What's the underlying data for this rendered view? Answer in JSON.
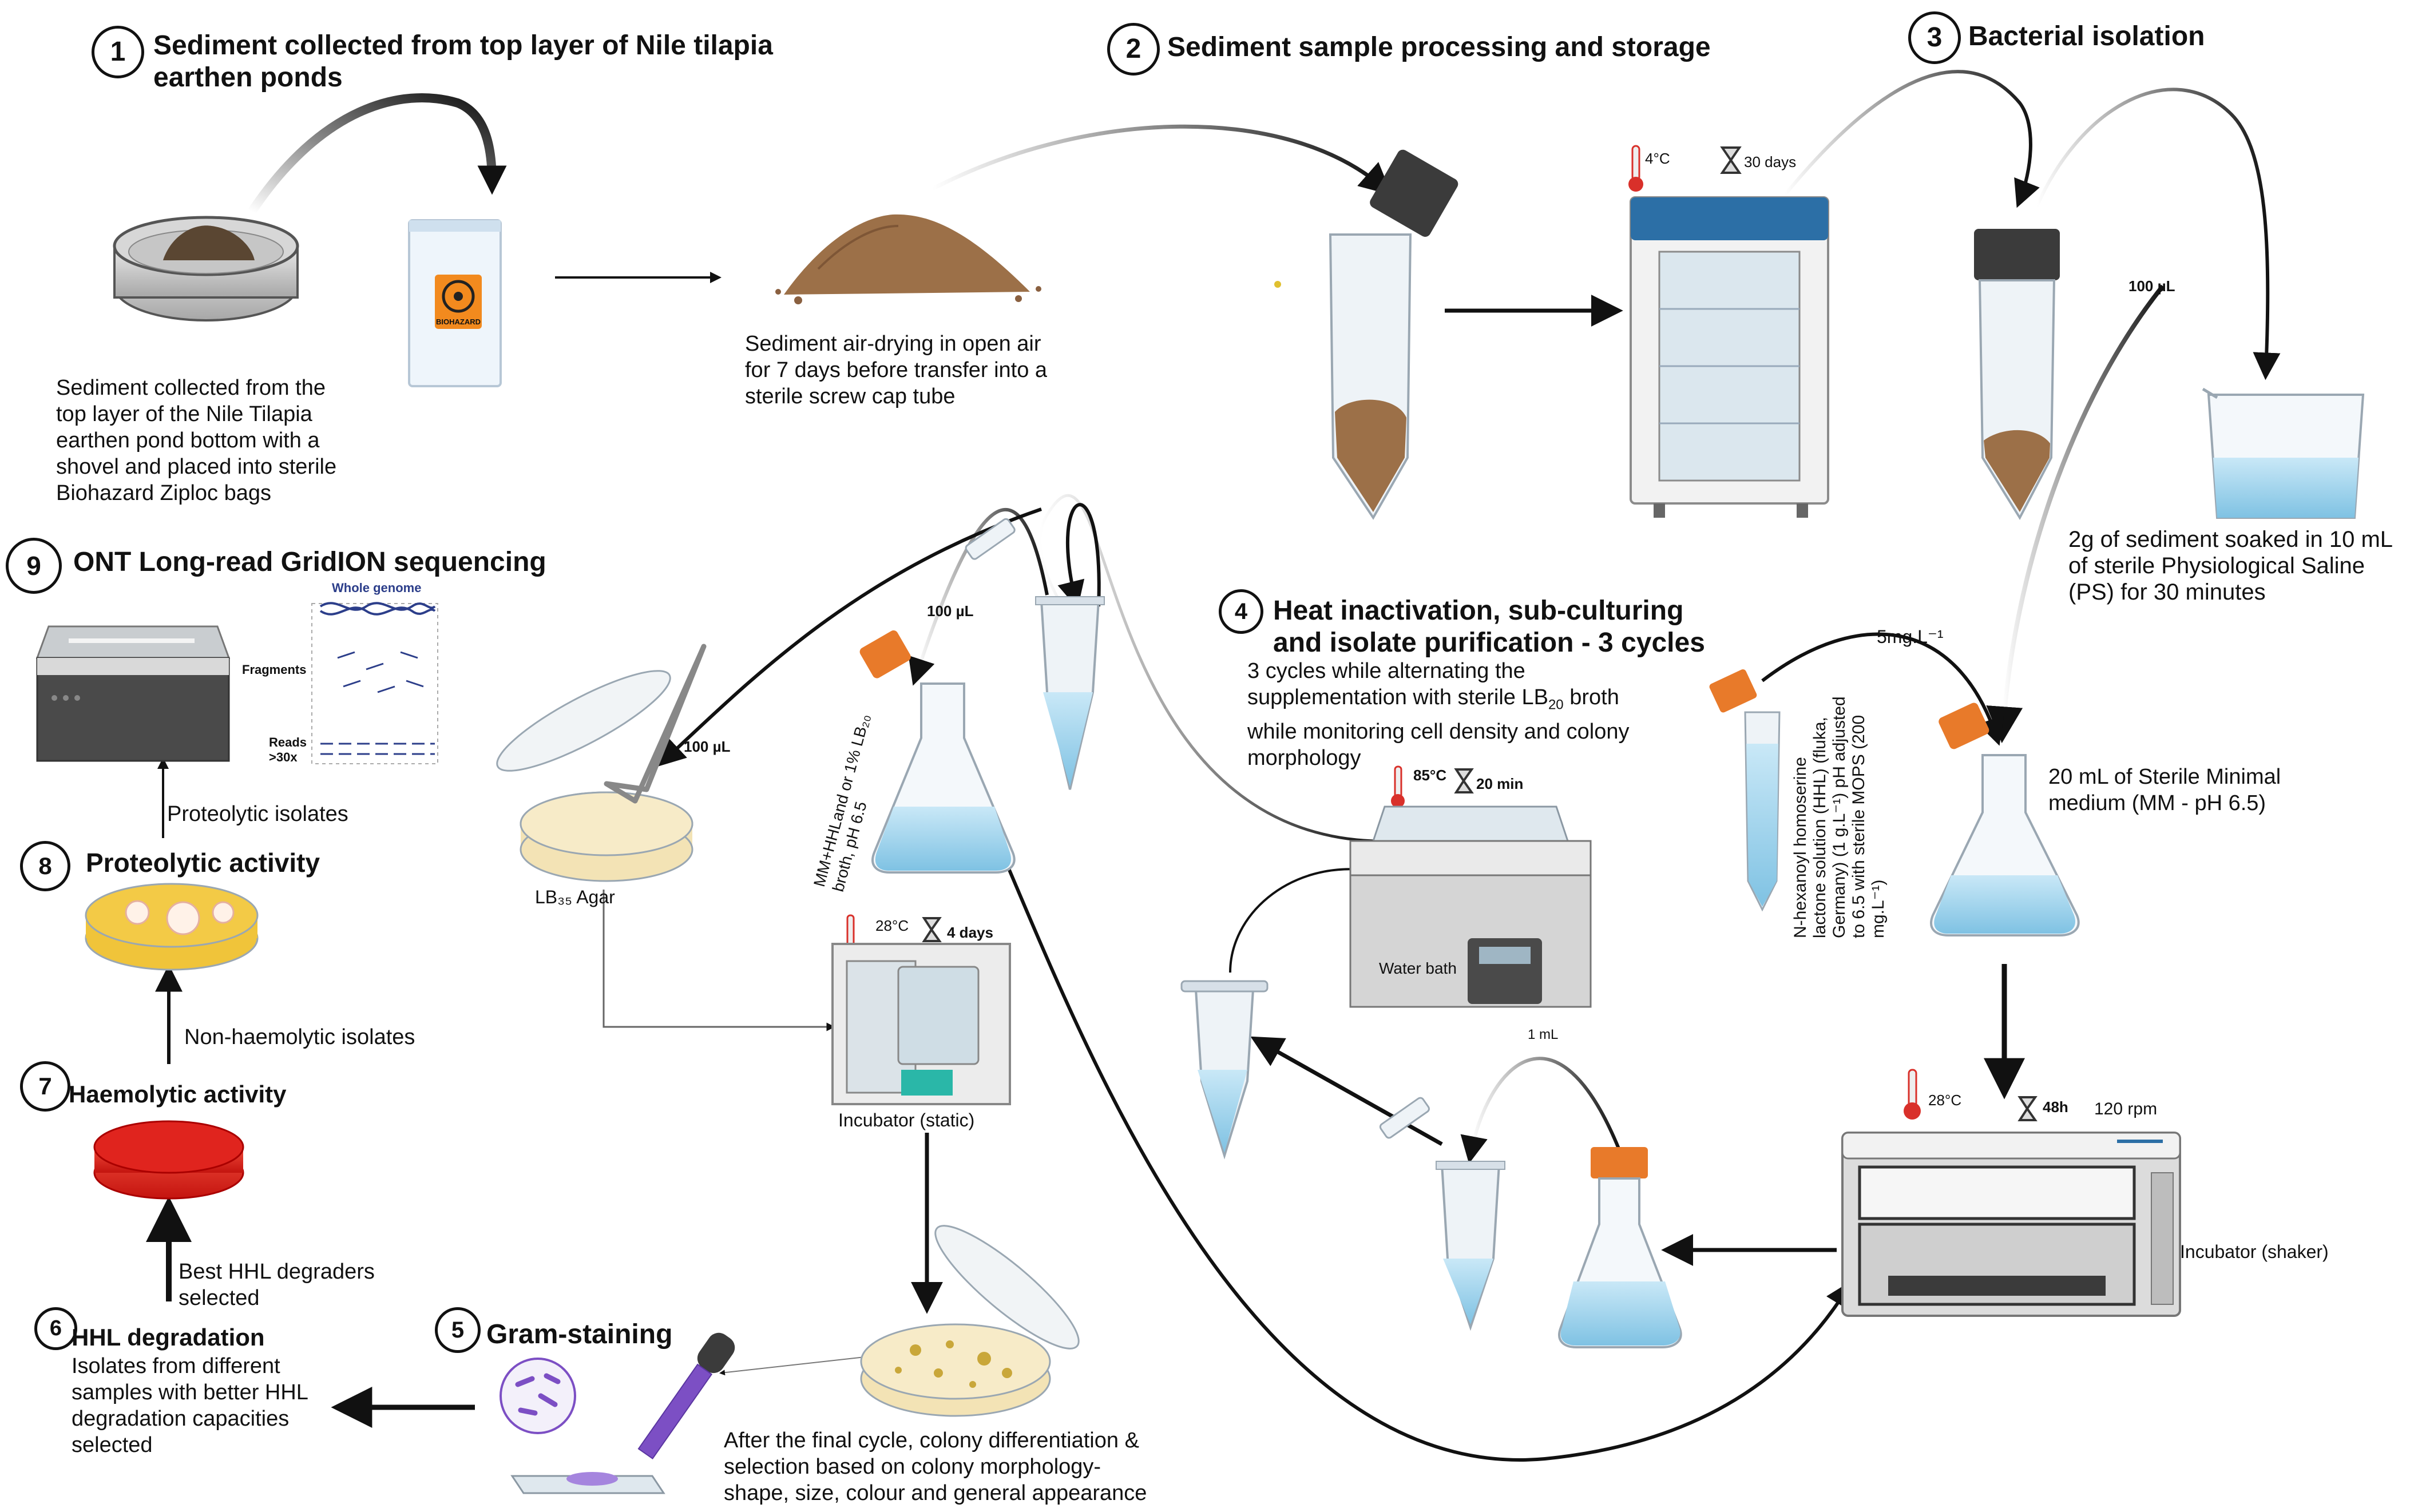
{
  "steps": {
    "s1": {
      "num": "1",
      "title": "Sediment collected from top layer of Nile tilapia\nearthen ponds"
    },
    "s2": {
      "num": "2",
      "title": "Sediment sample processing and storage"
    },
    "s3": {
      "num": "3",
      "title": "Bacterial isolation"
    },
    "s4": {
      "num": "4",
      "title": "Heat inactivation, sub-culturing\nand isolate purification - 3 cycles"
    },
    "s5": {
      "num": "5",
      "title": "Gram-staining"
    },
    "s6": {
      "num": "6",
      "title": "HHL degradation"
    },
    "s7": {
      "num": "7",
      "title": "Haemolytic activity"
    },
    "s8": {
      "num": "8",
      "title": "Proteolytic activity"
    },
    "s9": {
      "num": "9",
      "title": "ONT Long-read GridION sequencing"
    }
  },
  "texts": {
    "sediment_collected": "Sediment collected from the\ntop layer of the Nile Tilapia\nearthen pond bottom with a\nshovel and placed into sterile\nBiohazard Ziploc bags",
    "air_drying": "Sediment air-drying in open air\nfor 7 days before transfer into a\nsterile screw cap tube",
    "soaked": "2g of sediment soaked in 10 mL\nof sterile Physiological Saline\n(PS) for 30 minutes",
    "minimal_medium": "20 mL of Sterile Minimal\nmedium (MM - pH 6.5)",
    "cycles_a": "3 cycles while alternating the\nsupplementation with sterile LB",
    "cycles_sub": "20",
    "cycles_b": " broth\nwhile monitoring cell density and colony\nmorphology",
    "hhl_solution": "N-hexanoyl homoserine\nlactone solution (HHL) (fluka,\nGermany) (1 g.L⁻¹) pH adjusted\nto 6.5 with sterile MOPS (200\nmg.L⁻¹)",
    "hhl_conc": "5mg.L⁻¹",
    "flask_label": "MM+HHLand or 1% LB₂₀\nbroth, pH 6.5",
    "lb_agar": "LB₃₅ Agar",
    "incubator_static": "Incubator (static)",
    "incubator_shaker": "Incubator (shaker)",
    "water_bath": "Water bath",
    "final_cycle": "After the final cycle, colony differentiation &\nselection based on colony morphology-\nshape, size, colour and general appearance",
    "hhl_isolates": "Isolates from different\nsamples with better HHL\ndegradation capacities\nselected",
    "best_hhl": "Best HHL degraders\nselected",
    "non_haemolytic": "Non-haemolytic  isolates",
    "proteolytic_isolates": "Proteolytic isolates",
    "whole_genome": "Whole genome",
    "fragments": "Fragments",
    "reads": "Reads\n>30x",
    "biohazard": "BIOHAZARD"
  },
  "conditions": {
    "fridge_temp": "4°C",
    "fridge_time": "30 days",
    "bath_temp": "85°C",
    "bath_time": "20 min",
    "static_temp": "28°C",
    "static_time": "4 days",
    "shaker_temp": "28°C",
    "shaker_time": "48h",
    "shaker_rpm": "120 rpm",
    "vol_100_a": "100 µL",
    "vol_100_b": "100 µL",
    "vol_100_c": "100 µL",
    "vol_1ml": "1 mL"
  },
  "colors": {
    "sediment": "#9c7048",
    "liquid": "#a9d8ef",
    "orange": "#e87a2a",
    "agar": "#f3e3b5",
    "blood": "#e0241e",
    "purple": "#7c4fc4",
    "fridge_top": "#2c6fa6",
    "gray": "#b8b8b8",
    "dark": "#3b3b3b"
  },
  "icons": [
    "sieve-icon",
    "biohazard-bag-icon",
    "soil-pile-icon",
    "falcon-tube-icon",
    "fridge-icon",
    "thermometer-icon",
    "hourglass-icon",
    "beaker-icon",
    "flask-icon",
    "eppendorf-tube-icon",
    "petri-dish-icon",
    "spreader-icon",
    "incubator-icon",
    "water-bath-icon",
    "shaker-incubator-icon",
    "dropper-icon",
    "microscope-view-icon",
    "sequencer-icon"
  ]
}
